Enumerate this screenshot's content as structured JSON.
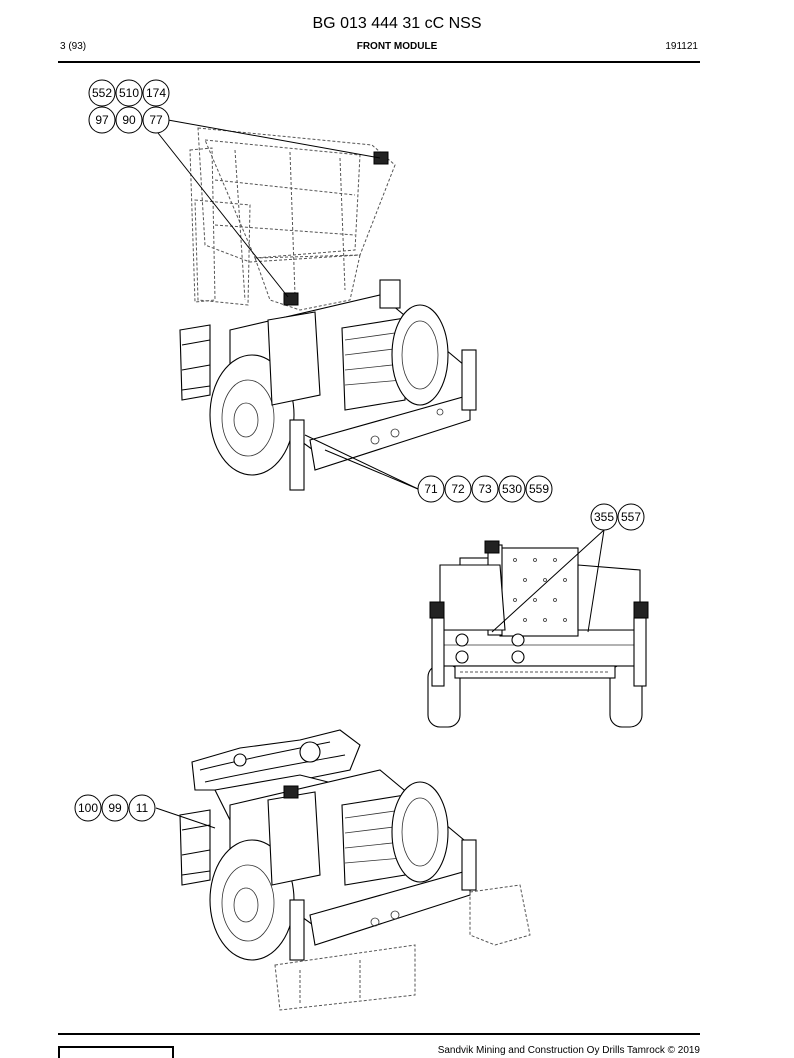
{
  "header": {
    "document_number": "BG 013 444 31 cC NSS",
    "page_indicator": "3 (93)",
    "section_title": "FRONT MODULE",
    "date_code": "191121"
  },
  "footer": {
    "copyright": "Sandvik Mining and Construction Oy Drills Tamrock © 2019"
  },
  "callouts": {
    "top_row1": [
      "552",
      "510",
      "174"
    ],
    "top_row2": [
      "97",
      "90",
      "77"
    ],
    "middle_row": [
      "71",
      "72",
      "73",
      "530",
      "559"
    ],
    "right_pair": [
      "355",
      "557"
    ],
    "bottom_row": [
      "100",
      "99",
      "11"
    ]
  }
}
